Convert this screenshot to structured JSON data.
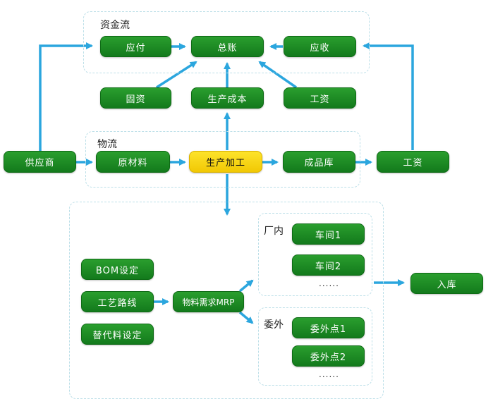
{
  "colors": {
    "node_green": "#1c8c22",
    "node_yellow": "#f7d516",
    "arrow_blue": "#2ba6de",
    "group_border": "#bcdfe8"
  },
  "groups": {
    "capital_flow": "资金流",
    "logistics": "物流",
    "in_factory": "厂内",
    "outsourcing": "委外"
  },
  "nodes": {
    "payable": "应付",
    "ledger": "总账",
    "receivable": "应收",
    "fixed_assets": "固资",
    "production_cost": "生产成本",
    "payroll_top": "工资",
    "supplier": "供应商",
    "raw_materials": "原材料",
    "production_processing": "生产加工",
    "finished_goods": "成品库",
    "payroll_right": "工资",
    "bom_setting": "BOM设定",
    "process_route": "工艺路线",
    "substitute_setting": "替代料设定",
    "mrp": "物料需求MRP",
    "workshop_1": "车间1",
    "workshop_2": "车间2",
    "outsource_point_1": "委外点1",
    "outsource_point_2": "委外点2",
    "warehouse_in": "入库"
  },
  "ellipsis": {
    "in_factory": "......",
    "outsourcing": "......"
  }
}
